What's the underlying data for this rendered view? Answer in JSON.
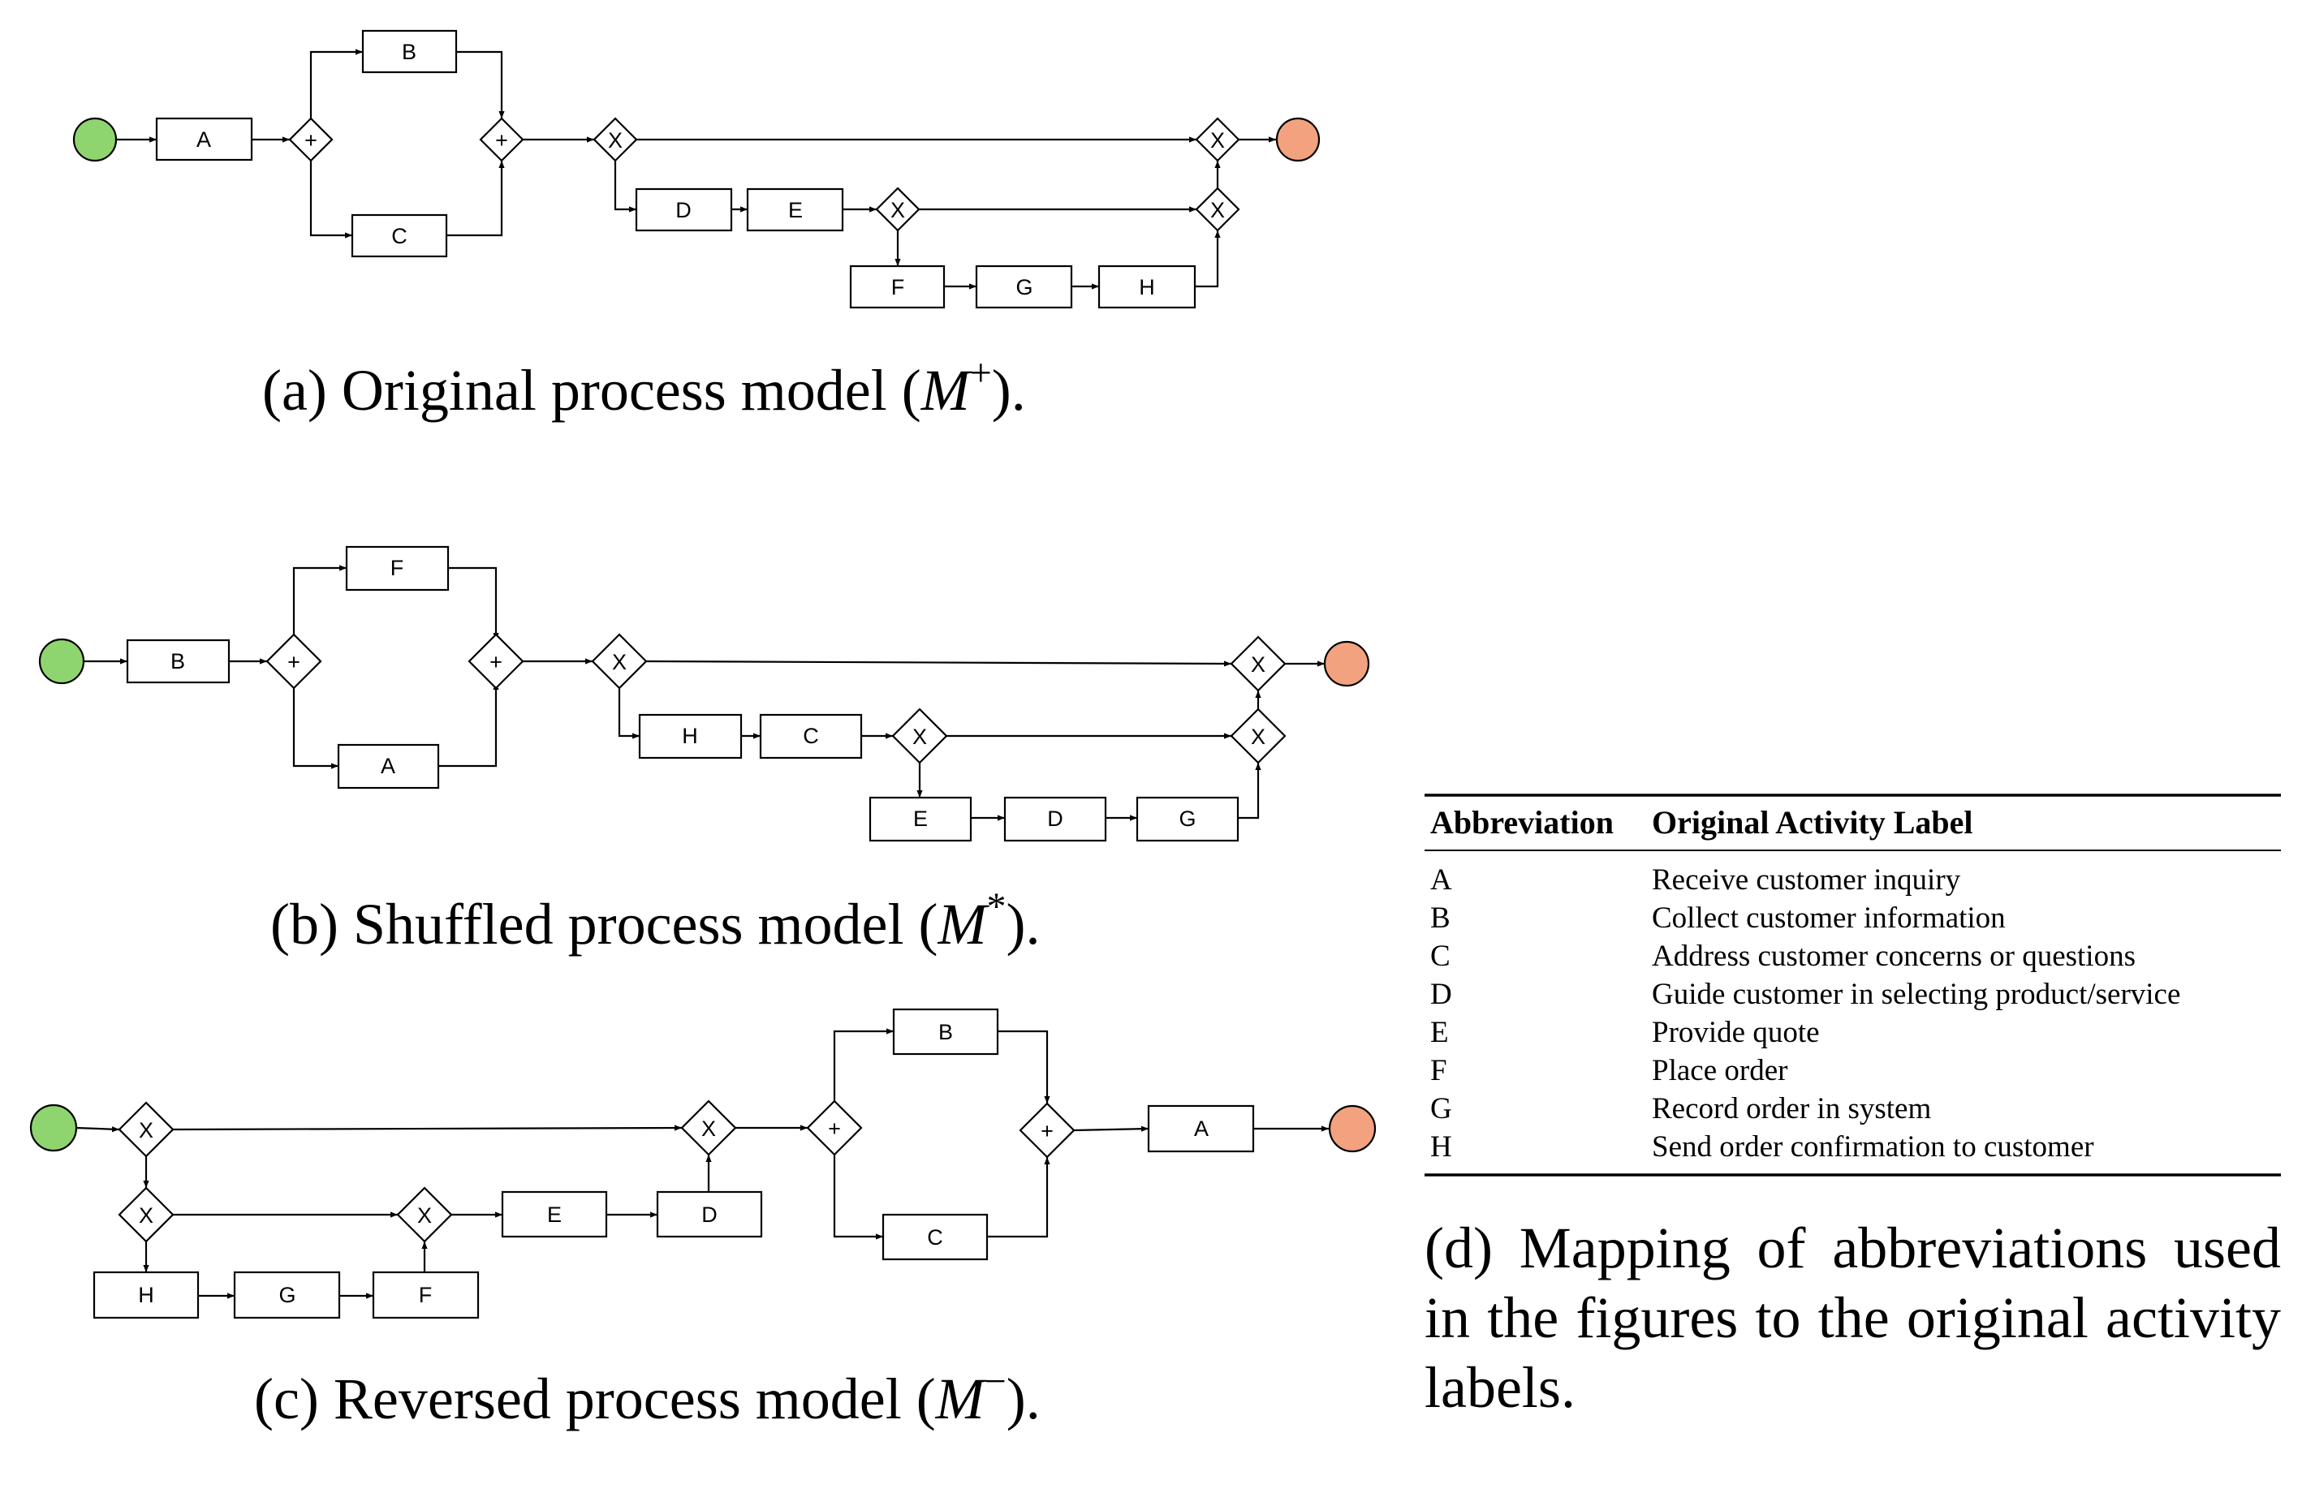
{
  "colors": {
    "start_event": "#8fd56f",
    "end_event": "#f2a27f",
    "line": "#000000"
  },
  "models": [
    {
      "id": "a",
      "caption_prefix": "(a) Original process model (",
      "caption_math": "M",
      "caption_sup": "+",
      "caption_suffix": ").",
      "activities": [
        "A",
        "B",
        "C",
        "D",
        "E",
        "F",
        "G",
        "H"
      ],
      "gateways": [
        "+",
        "+",
        "X",
        "X",
        "X",
        "X"
      ]
    },
    {
      "id": "b",
      "caption_prefix": "(b) Shuffled process model (",
      "caption_math": "M",
      "caption_sup": "*",
      "caption_suffix": ").",
      "activities": [
        "B",
        "F",
        "A",
        "H",
        "C",
        "E",
        "D",
        "G"
      ],
      "gateways": [
        "+",
        "+",
        "X",
        "X",
        "X",
        "X"
      ]
    },
    {
      "id": "c",
      "caption_prefix": "(c) Reversed process model (",
      "caption_math": "M",
      "caption_sup": "−",
      "caption_suffix": ").",
      "activities": [
        "H",
        "G",
        "F",
        "E",
        "D",
        "B",
        "C",
        "A"
      ],
      "gateways": [
        "X",
        "X",
        "X",
        "X",
        "+",
        "+"
      ]
    }
  ],
  "mapping_table": {
    "headers": [
      "Abbreviation",
      "Original Activity Label"
    ],
    "rows": [
      [
        "A",
        "Receive customer inquiry"
      ],
      [
        "B",
        "Collect customer information"
      ],
      [
        "C",
        "Address customer concerns or questions"
      ],
      [
        "D",
        "Guide customer in selecting product/service"
      ],
      [
        "E",
        "Provide quote"
      ],
      [
        "F",
        "Place order"
      ],
      [
        "G",
        "Record order in system"
      ],
      [
        "H",
        "Send order confirmation to customer"
      ]
    ],
    "caption": "(d) Mapping of abbreviations used in the figures to the original activity labels."
  }
}
